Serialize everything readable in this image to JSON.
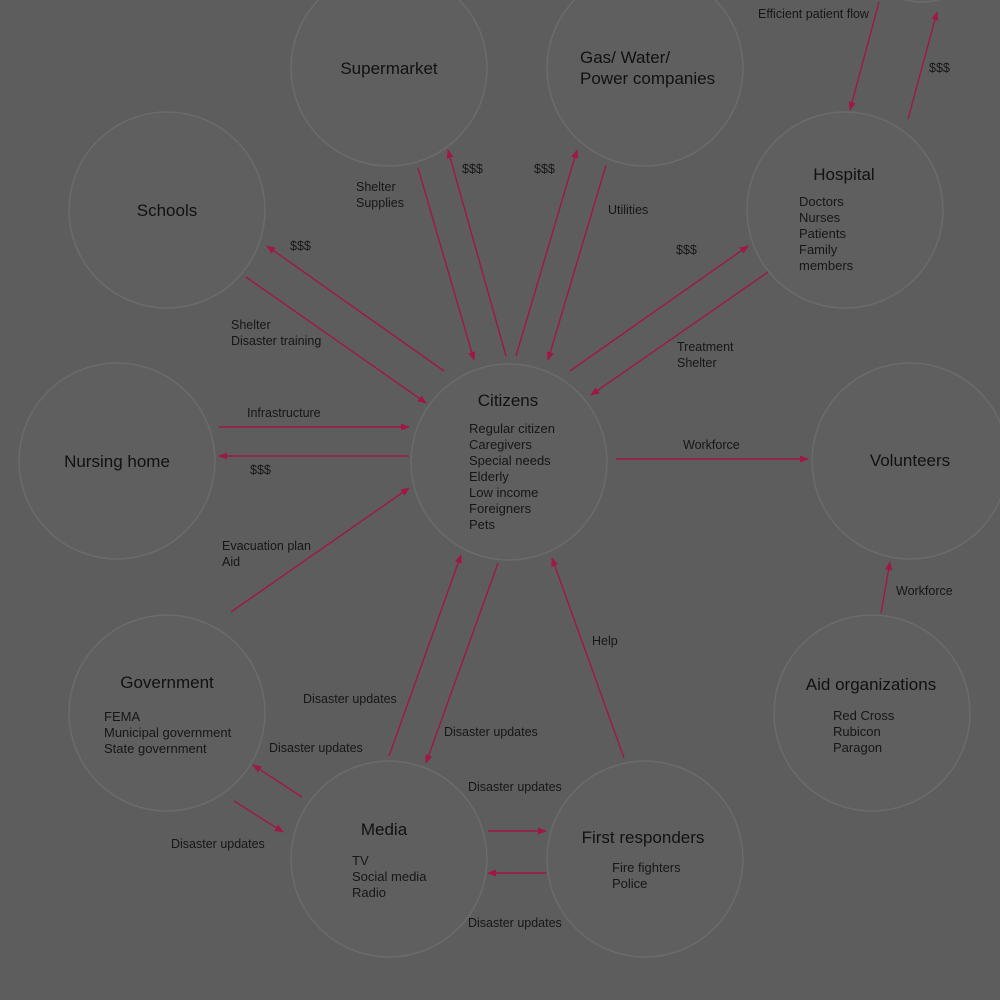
{
  "colors": {
    "background": "#5d5d5d",
    "node_fill": "#5f5f5f",
    "arrow": "#a01845",
    "text": "#161616"
  },
  "nodes": {
    "supermarket": {
      "title": "Supermarket",
      "items": []
    },
    "utilities": {
      "title": "Gas/ Water/\nPower companies",
      "items": []
    },
    "schools": {
      "title": "Schools",
      "items": []
    },
    "hospital": {
      "title": "Hospital",
      "items": [
        "Doctors",
        "Nurses",
        "Patients",
        "Family",
        "members"
      ]
    },
    "citizens": {
      "title": "Citizens",
      "items": [
        "Regular citizen",
        "Caregivers",
        "Special needs",
        "Elderly",
        "Low income",
        "Foreigners",
        "Pets"
      ]
    },
    "nursing_home": {
      "title": "Nursing home",
      "items": []
    },
    "volunteers": {
      "title": "Volunteers",
      "items": []
    },
    "government": {
      "title": "Government",
      "items": [
        "FEMA",
        "Municipal government",
        "State government"
      ]
    },
    "aid_organizations": {
      "title": "Aid organizations",
      "items": [
        "Red Cross",
        "Rubicon",
        "Paragon"
      ]
    },
    "media": {
      "title": "Media",
      "items": [
        "TV",
        "Social media",
        "Radio"
      ]
    },
    "first_responders": {
      "title": "First responders",
      "items": [
        "Fire fighters",
        "Police"
      ]
    }
  },
  "edges": [
    {
      "id": "supermarket-citizens",
      "label": "Shelter\nSupplies"
    },
    {
      "id": "citizens-supermarket",
      "label": "$$$"
    },
    {
      "id": "citizens-utilities",
      "label": "$$$"
    },
    {
      "id": "utilities-citizens",
      "label": "Utilities"
    },
    {
      "id": "citizens-schools",
      "label": "$$$"
    },
    {
      "id": "schools-citizens",
      "label": "Shelter\nDisaster training"
    },
    {
      "id": "citizens-hospital",
      "label": "$$$"
    },
    {
      "id": "hospital-citizens",
      "label": "Treatment\nShelter"
    },
    {
      "id": "hospital-top",
      "label": "Efficient patient flow"
    },
    {
      "id": "top-hospital",
      "label": "$$$"
    },
    {
      "id": "nursing-citizens",
      "label": "Infrastructure"
    },
    {
      "id": "citizens-nursing",
      "label": "$$$"
    },
    {
      "id": "citizens-volunteers",
      "label": "Workforce"
    },
    {
      "id": "aid-volunteers",
      "label": "Workforce"
    },
    {
      "id": "government-citizens",
      "label": "Evacuation plan\nAid"
    },
    {
      "id": "media-citizens",
      "label": "Disaster updates"
    },
    {
      "id": "citizens-media",
      "label": "Disaster updates"
    },
    {
      "id": "responders-citizens",
      "label": "Help"
    },
    {
      "id": "media-government",
      "label": "Disaster updates"
    },
    {
      "id": "government-media",
      "label": "Disaster updates"
    },
    {
      "id": "media-responders",
      "label": "Disaster updates"
    },
    {
      "id": "responders-media",
      "label": "Disaster updates"
    }
  ]
}
